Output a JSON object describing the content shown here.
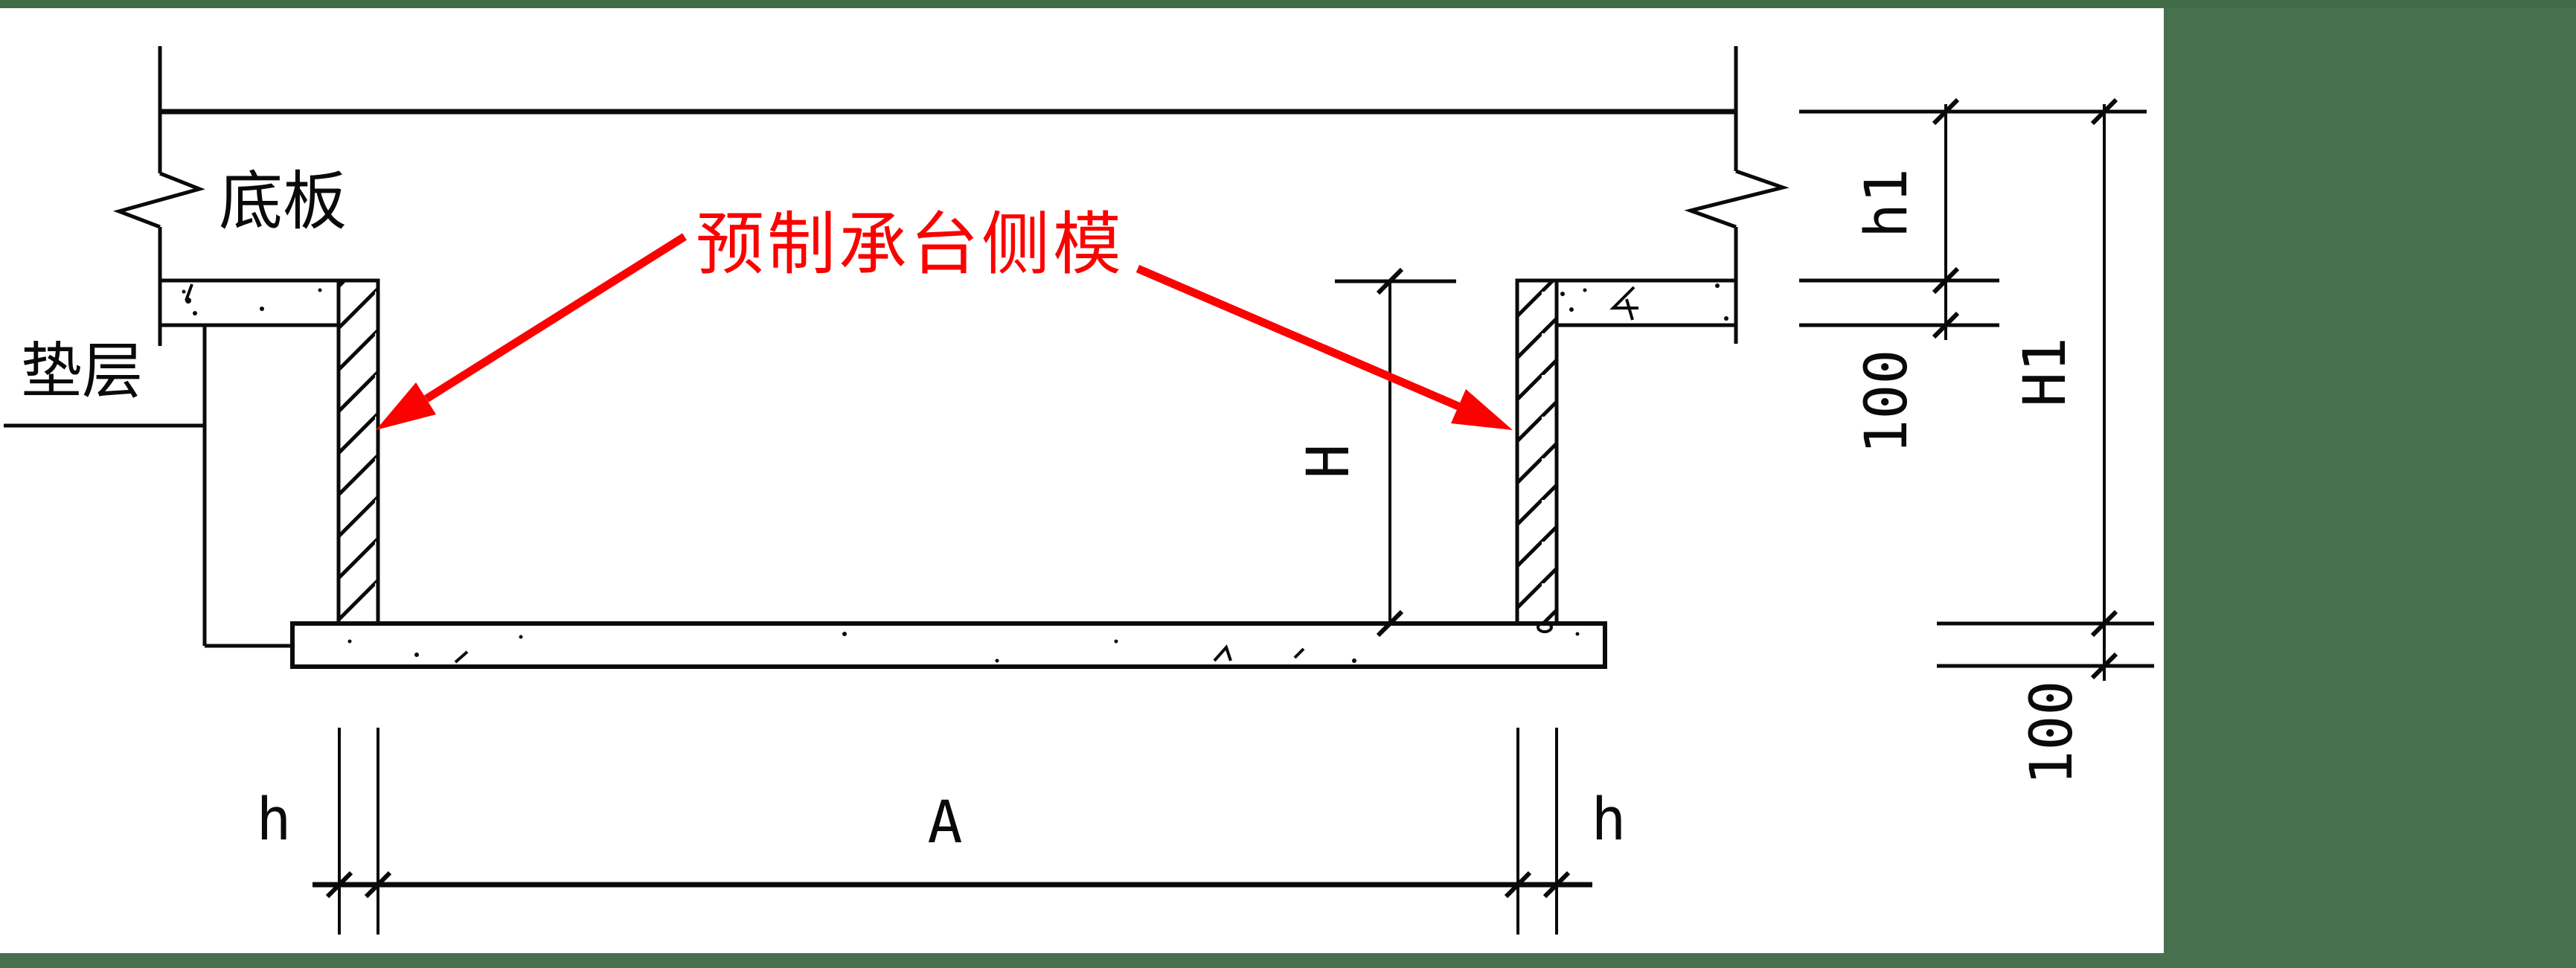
{
  "colors": {
    "background": "#ffffff",
    "line": "#0a0a0a",
    "annotation_red": "#fb0200",
    "green_block": "#47704e",
    "green_top_strip": "#426b48",
    "green_bottom_strip": "#47704e"
  },
  "diagram": {
    "labels": {
      "bottom_slab": "底板",
      "cushion_layer": "垫层",
      "red_callout": "预制承台侧模"
    },
    "dimensions": {
      "h1": "h1",
      "hundred_upper": "100",
      "H1": "H1",
      "hundred_lower": "100",
      "H": "H",
      "h_left": "h",
      "A": "A",
      "h_right": "h"
    }
  }
}
